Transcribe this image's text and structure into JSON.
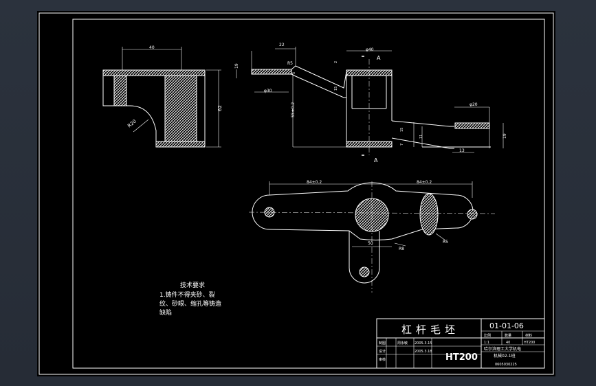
{
  "drawing": {
    "title": "杠杆毛坯",
    "drawing_number": "01-01-06",
    "material": "HT200",
    "title_block": {
      "row_labels": [
        "制图",
        "设计",
        "审核"
      ],
      "designer": "周永敏",
      "date_1": "2005.3.15",
      "date_2": "2005.3.18",
      "scale_header": [
        "比例",
        "数量",
        "材料"
      ],
      "scale_values": [
        "1:1",
        "40",
        "HT200"
      ],
      "school": "哈尔滨理工大学机电",
      "class_name": "机械02-1班",
      "student_id": "0605030225"
    },
    "tech_requirements": {
      "heading": "技术要求",
      "lines": [
        "1.铸件不得夹砂、裂",
        "纹、砂眼、缩孔等铸造",
        "缺陷"
      ]
    },
    "dimensions": {
      "d40_top": "40",
      "d62": "62",
      "r20": "R20",
      "d22": "22",
      "d19": "19",
      "r5": "R5",
      "phi30": "φ30",
      "d5": "5",
      "d2": "2",
      "d15a": "15",
      "d55": "55±0.2",
      "phi40": "φ40",
      "sec_a_top": "A",
      "sec_a_bot": "A",
      "phi20": "φ20",
      "d19b": "19",
      "d15b": "15",
      "d7": "7",
      "d11": "11",
      "d13": "13",
      "d84l": "84±0.2",
      "d84r": "84±0.2",
      "d50": "50",
      "r8": "R8",
      "r5b": "R5"
    }
  }
}
